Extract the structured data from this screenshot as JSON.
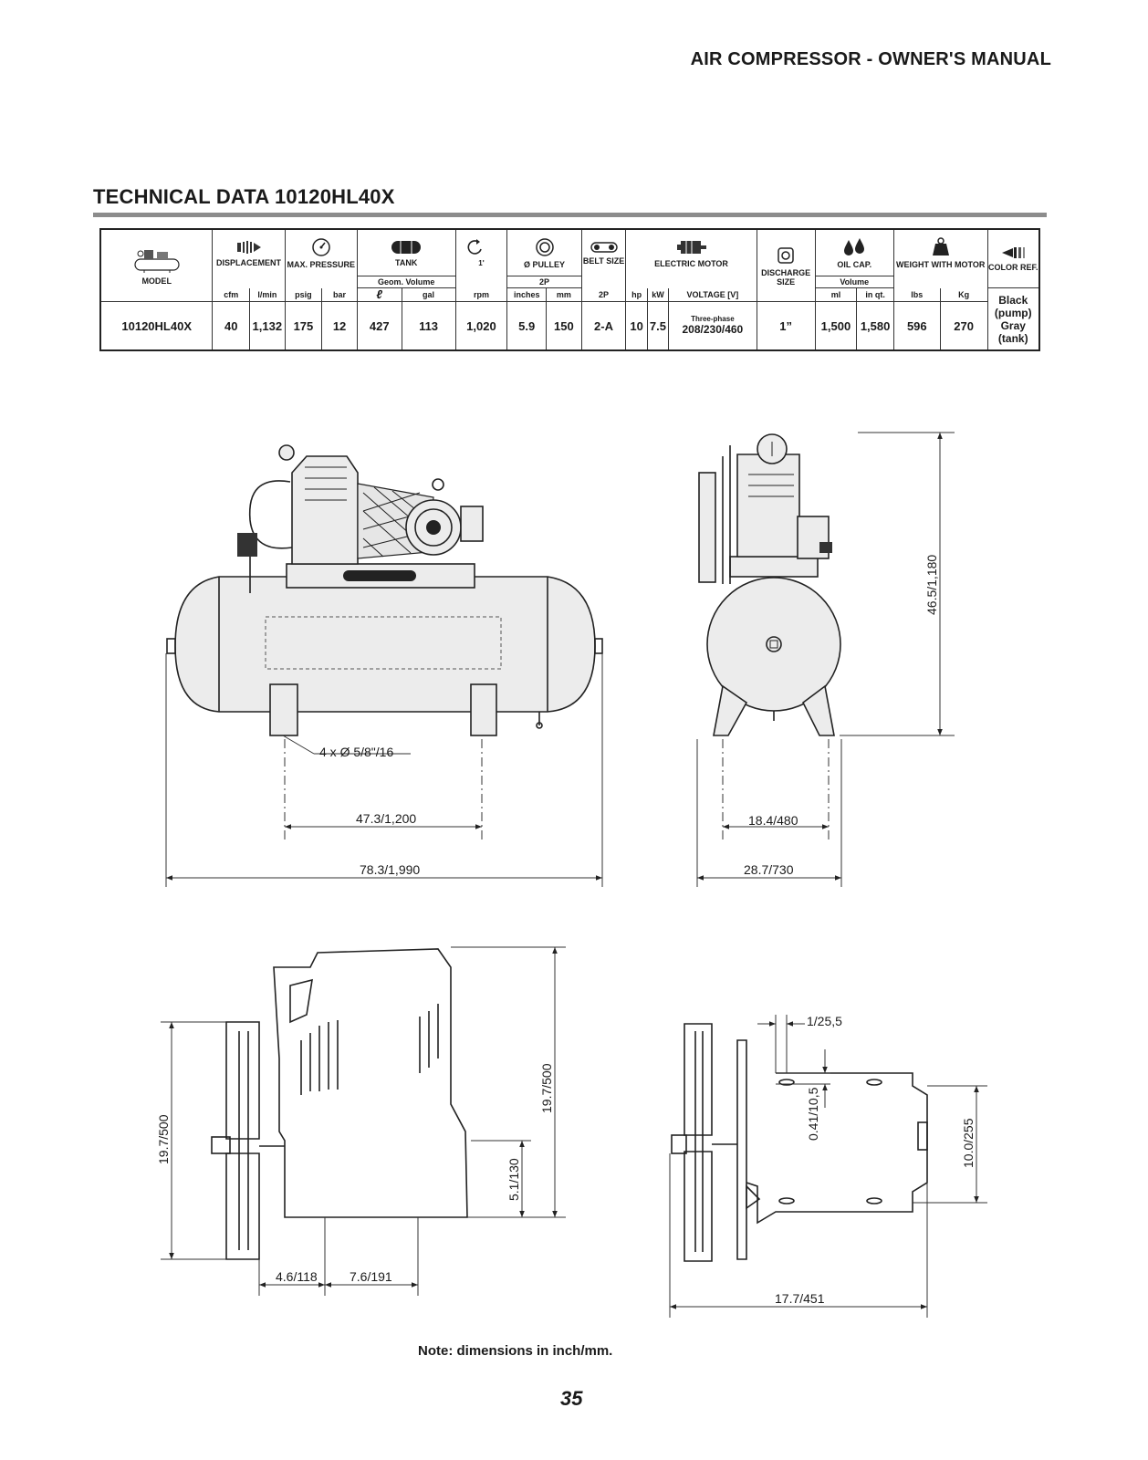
{
  "header": {
    "title": "AIR COMPRESSOR - OWNER'S MANUAL"
  },
  "section": {
    "title": "TECHNICAL DATA 10120HL40X"
  },
  "table": {
    "headers": {
      "model": "MODEL",
      "displacement": "DISPLACEMENT",
      "max_pressure": "MAX. PRESSURE",
      "tank": "TANK",
      "tank_sub": "Geom. Volume",
      "pulley": "Ø PULLEY",
      "pulley_sub": "2P",
      "belt": "BELT SIZE",
      "motor": "ELECTRIC MOTOR",
      "discharge": "DISCHARGE SIZE",
      "oil": "OIL CAP.",
      "oil_sub": "Volume",
      "weight": "WEIGHT WITH MOTOR",
      "color": "COLOR REF.",
      "rpm_icon_label": "1'"
    },
    "units": {
      "cfm": "cfm",
      "lmin": "l/min",
      "psig": "psig",
      "bar": "bar",
      "liter": "ℓ",
      "gal": "gal",
      "rpm": "rpm",
      "inches": "inches",
      "mm": "mm",
      "belt_2p": "2P",
      "hp": "hp",
      "kw": "kW",
      "voltage": "VOLTAGE [V]",
      "ml": "ml",
      "inqt": "in qt.",
      "lbs": "lbs",
      "kg": "Kg"
    },
    "row": {
      "model": "10120HL40X",
      "cfm": "40",
      "lmin": "1,132",
      "psig": "175",
      "bar": "12",
      "liter": "427",
      "gal": "113",
      "rpm": "1,020",
      "inches": "5.9",
      "mm": "150",
      "belt": "2-A",
      "hp": "10",
      "kw": "7.5",
      "voltage_phase": "Three-phase",
      "voltage": "208/230/460",
      "discharge": "1”",
      "ml": "1,500",
      "inqt": "1,580",
      "lbs": "596",
      "kg": "270",
      "color_1": "Black",
      "color_2": "(pump)",
      "color_3": "Gray",
      "color_4": "(tank)"
    },
    "icons": [
      "compressor-model-icon",
      "displacement-icon",
      "pressure-gauge-icon",
      "tank-icon",
      "rpm-icon",
      "pulley-icon",
      "belt-icon",
      "motor-icon",
      "discharge-icon",
      "oil-drop-icon",
      "weight-icon",
      "color-icon"
    ]
  },
  "dimensions": {
    "hole": "4 x Ø 5/8\"/16",
    "foot_spacing": "47.3/1,200",
    "total_length": "78.3/1,990",
    "height": "46.5/1,180",
    "side_foot": "18.4/480",
    "side_width": "28.7/730",
    "pump_height_left": "19.7/500",
    "pump_height_right": "19.7/500",
    "pump_shaft": "5.1/130",
    "pump_base_1": "4.6/118",
    "pump_base_2": "7.6/191",
    "pump_top": "1/25,5",
    "pump_offset": "0.41/10,5",
    "pump_side_height": "10.0/255",
    "pump_side_width": "17.7/451"
  },
  "footer": {
    "note": "Note: dimensions in inch/mm.",
    "page": "35"
  }
}
